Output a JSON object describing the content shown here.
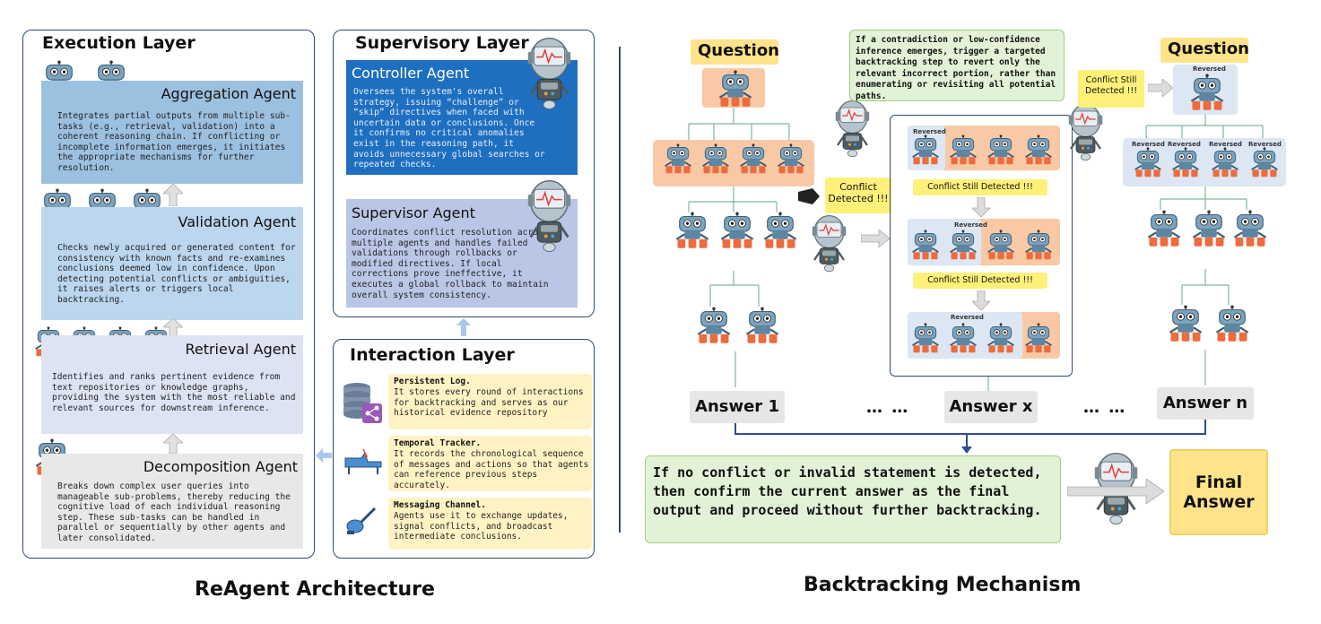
{
  "architecture": {
    "caption": "ReAgent Architecture",
    "execution_layer": {
      "title": "Execution Layer",
      "agents": [
        {
          "name": "Aggregation Agent",
          "desc": "Integrates partial outputs from multiple sub-tasks (e.g., retrieval, validation) into a coherent reasoning chain. If conflicting or incomplete information emerges, it initiates the appropriate mechanisms for further resolution."
        },
        {
          "name": "Validation Agent",
          "desc": "Checks newly acquired or generated content for consistency with known facts and re-examines conclusions deemed low in confidence. Upon detecting potential conflicts or ambiguities, it raises alerts or triggers local backtracking."
        },
        {
          "name": "Retrieval Agent",
          "desc": "Identifies and ranks pertinent evidence from text repositories or knowledge graphs, providing the system with the most reliable and relevant sources for downstream inference."
        },
        {
          "name": "Decomposition Agent",
          "desc": "Breaks down complex user queries into manageable sub-problems, thereby reducing the cognitive load of each individual reasoning step. These sub-tasks can be handled in parallel or sequentially by other agents and later consolidated."
        }
      ]
    },
    "supervisory_layer": {
      "title": "Supervisory Layer",
      "agents": [
        {
          "name": "Controller Agent",
          "desc": "Oversees the system's overall strategy, issuing “challenge” or “skip” directives when faced with uncertain data or conclusions. Once it confirms no critical anomalies exist in the reasoning path, it avoids unnecessary global searches or repeated checks."
        },
        {
          "name": "Supervisor Agent",
          "desc": "Coordinates conflict resolution across multiple agents and handles failed validations through rollbacks or modified directives. If local corrections prove ineffective, it executes a global rollback to maintain overall system consistency."
        }
      ]
    },
    "interaction_layer": {
      "title": "Interaction Layer",
      "items": [
        {
          "name": "Persistent Log.",
          "desc": "It stores every round of interactions for backtracking and serves as our historical evidence repository"
        },
        {
          "name": "Temporal Tracker.",
          "desc": "It records the chronological sequence of messages and actions so that agents can reference previous steps accurately."
        },
        {
          "name": "Messaging Channel.",
          "desc": "Agents use it to exchange updates, signal conflicts, and broadcast intermediate conclusions."
        }
      ]
    }
  },
  "backtracking": {
    "caption": "Backtracking Mechanism",
    "question_label": "Question",
    "top_note": "If a contradiction or low-confidence inference emerges, trigger a targeted backtracking step to revert only the relevant incorrect portion, rather than enumerating or revisiting all potential paths.",
    "conflict_detected": "Conflict Detected !!!",
    "conflict_still_detected": "Conflict Still Detected !!!",
    "conflict_still_detected_short": "Conflict Still Detected !!!",
    "reversed_tag": "Reversed",
    "answers": [
      "Answer 1",
      "Answer x",
      "Answer n"
    ],
    "ellipsis": "…  …",
    "final_note": "If no conflict or invalid statement is detected, then confirm the current answer as the final output and proceed without further backtracking.",
    "final_answer": "Final Answer"
  },
  "colors": {
    "panel_border": "#2f4b73",
    "aggregation": "#9cc0e0",
    "validation": "#bcd6ee",
    "retrieval": "#dde3f3",
    "decomposition": "#e8e8e8",
    "controller": "#1f6fc0",
    "supervisor": "#b9c6e6",
    "interaction_item": "#fff3c4",
    "orange_block": "#f9c9a6",
    "blue_block": "#dce7f3",
    "note_green": "#e2f2d6",
    "question_yellow": "#ffe38a"
  }
}
